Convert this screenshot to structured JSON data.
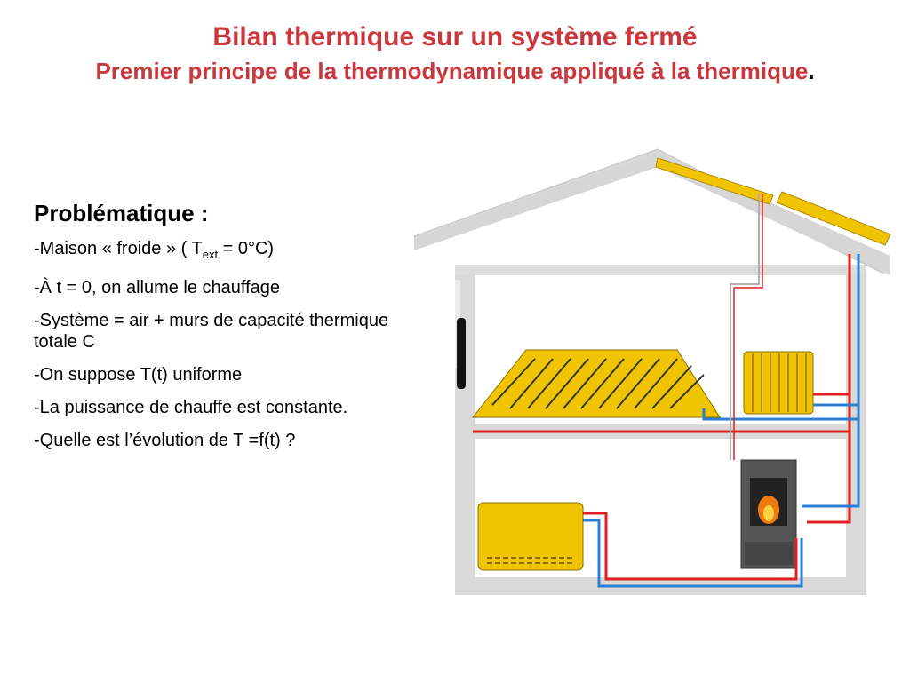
{
  "header": {
    "title": "Bilan thermique sur un système fermé",
    "subtitle": "Premier principe de la thermodynamique appliqué à la thermique",
    "subtitle_end": "."
  },
  "problem": {
    "heading": "Problématique :",
    "item1_prefix": "-Maison « froide » ( T",
    "item1_sub": "ext",
    "item1_suffix": " = 0°C)",
    "item2": "-À t = 0, on allume le chauffage",
    "item3": "-Système = air + murs de capacité thermique totale C",
    "item4": "-On suppose T(t) uniforme",
    "item5": "-La puissance de chauffe est constante.",
    "item6": "-Quelle est l’évolution de T =f(t) ?"
  },
  "colors": {
    "title": "#c8383d",
    "wall": "#d9d9d9",
    "solar": "#f0c400",
    "hot_pipe": "#e02020",
    "cold_pipe": "#2a7fd4",
    "stove": "#555555"
  },
  "icons": [
    "house-illustration",
    "solar-panel-icon",
    "underfloor-heating-icon",
    "radiator-icon",
    "stove-icon",
    "convector-icon"
  ]
}
